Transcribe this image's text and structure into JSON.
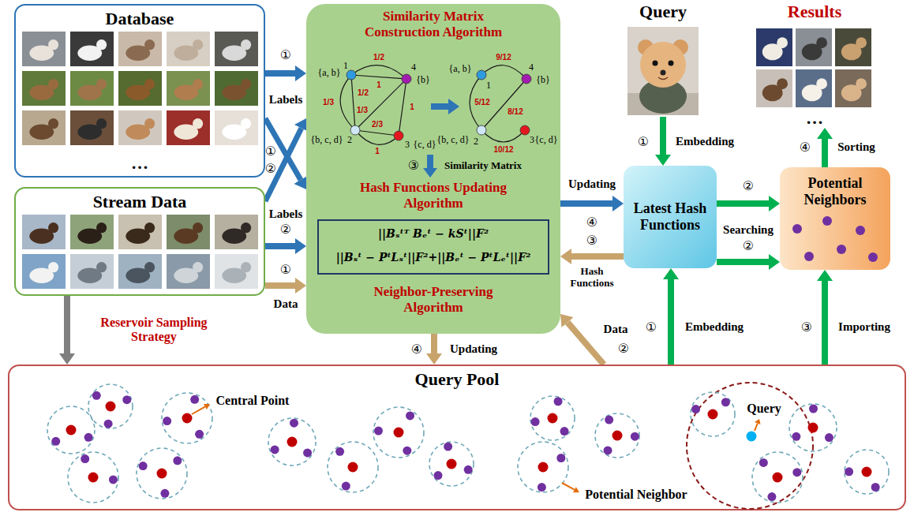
{
  "diagram": {
    "nodes": [
      {
        "text": [
          "Database"
        ]
      },
      {
        "text": [
          "Stream Data"
        ]
      },
      {
        "text": [
          "Similarity Matrix Construction Algorithm",
          "Hash Functions Updating Algorithm",
          "Neighbor-Preserving Algorithm"
        ]
      },
      {
        "text": [
          "||Bₛᵗᵀ Bₑᵗ − kSᵗ||F²",
          "||Bₛᵗ − PᵗLₛᵗ||F²+||Bₑᵗ − PᵗLₑᵗ||F²"
        ],
        "in": 2
      },
      {
        "text": [
          "Query"
        ]
      },
      {
        "text": [
          "Results"
        ]
      },
      {
        "text": [
          "Latest Hash Functions"
        ]
      },
      {
        "text": [
          "Potential Neighbors"
        ]
      },
      {
        "text": [
          "Query Pool"
        ]
      }
    ],
    "edges": [
      {
        "from": 0,
        "to": 2,
        "arrow": "to"
      },
      {
        "from": 0,
        "to": 2,
        "arrow": "to"
      },
      {
        "from": 1,
        "to": 2,
        "arrow": "to"
      },
      {
        "from": 1,
        "to": 2,
        "arrow": "to"
      },
      {
        "from": 1,
        "to": 2,
        "arrow": "to"
      },
      {
        "from": 2,
        "to": 6,
        "arrow": "to"
      },
      {
        "from": 4,
        "to": 6,
        "arrow": "to"
      },
      {
        "from": 6,
        "to": 7,
        "arrow": "to"
      },
      {
        "from": 6,
        "to": 7,
        "arrow": "to"
      },
      {
        "from": 7,
        "to": 5,
        "arrow": "to"
      },
      {
        "from": 8,
        "to": 6,
        "arrow": "to"
      },
      {
        "from": 8,
        "to": 7,
        "arrow": "to"
      },
      {
        "from": 6,
        "to": 2,
        "arrow": "to"
      },
      {
        "from": 8,
        "to": 2,
        "arrow": "to"
      },
      {
        "from": 2,
        "to": 8,
        "arrow": "to"
      },
      {
        "from": 1,
        "to": 8,
        "arrow": "to"
      }
    ],
    "labels": [
      "①",
      "Labels",
      "①",
      "②",
      "Labels",
      "②",
      "①",
      "Data",
      "Reservoir Sampling Strategy",
      "…",
      "③",
      "Similarity Matrix",
      "Updating",
      "④",
      "③",
      "Hash Functions",
      "②",
      "Data",
      "①",
      "Embedding",
      "②",
      "Searching",
      "②",
      "④",
      "Sorting",
      "…",
      "④",
      "Updating",
      "①",
      "Embedding",
      "③",
      "Importing",
      "Central Point",
      "Query",
      "Potential Neighbor",
      "{a, b}",
      "1",
      "4",
      "{b}",
      "{b, c, d}",
      "2",
      "3",
      "{c, d}",
      "1/2",
      "1",
      "1/3",
      "1/2",
      "1/3",
      "1",
      "2/3",
      "1",
      "{a, b}",
      "1",
      "4",
      "{b}",
      "{b, c, d}",
      "2",
      "3",
      "{c, d}",
      "9/12",
      "5/12",
      "8/12",
      "10/12"
    ]
  }
}
